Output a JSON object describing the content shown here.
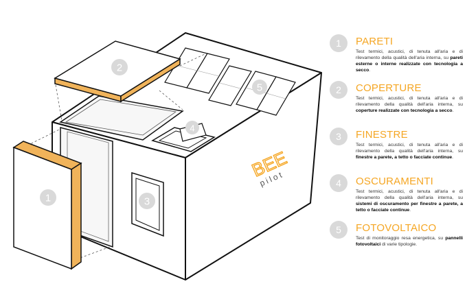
{
  "markers": [
    "1",
    "2",
    "3",
    "4",
    "5"
  ],
  "brand": {
    "line1": "BEE",
    "line2": "pilot"
  },
  "colors": {
    "accent": "#f5a623",
    "insulation": "#f0b35a",
    "outline": "#111111",
    "badge": "#d9d9d9"
  },
  "legend": [
    {
      "number": "1",
      "title": "PARETI",
      "parts": [
        {
          "t": "Test termici, acustici, di tenuta all'aria e di rilevamento della qualità dell'aria interna, su ",
          "b": false
        },
        {
          "t": "pareti esterne o interne realizzate con tecnologia a secco",
          "b": true
        },
        {
          "t": ".",
          "b": false
        }
      ]
    },
    {
      "number": "2",
      "title": "COPERTURE",
      "parts": [
        {
          "t": "Test termici, acustici, di tenuta all'aria e di rilevamento della qualità dell'aria interna, su ",
          "b": false
        },
        {
          "t": "coperture realizzate con tecnologia a secco",
          "b": true
        },
        {
          "t": ".",
          "b": false
        }
      ]
    },
    {
      "number": "3",
      "title": "FINESTRE",
      "parts": [
        {
          "t": "Test termici, acustici, di tenuta all'aria e di rilevamento della qualità dell'aria interna, su ",
          "b": false
        },
        {
          "t": "finestre a parete, a tetto o facciate continue",
          "b": true
        },
        {
          "t": ".",
          "b": false
        }
      ]
    },
    {
      "number": "4",
      "title": "OSCURAMENTI",
      "parts": [
        {
          "t": "Test termici, acustici, di tenuta all'aria e di rilevamento della qualità dell'aria interna, su ",
          "b": false
        },
        {
          "t": "sistemi di oscuramento per finestre a parete, a tetto o facciate continue",
          "b": true
        },
        {
          "t": ".",
          "b": false
        }
      ]
    },
    {
      "number": "5",
      "title": "FOTOVOLTAICO",
      "parts": [
        {
          "t": "Test di monitoraggio resa energetica, su ",
          "b": false
        },
        {
          "t": "pannelli fotovoltaici",
          "b": true
        },
        {
          "t": " di varie tipologie.",
          "b": false
        }
      ]
    }
  ]
}
